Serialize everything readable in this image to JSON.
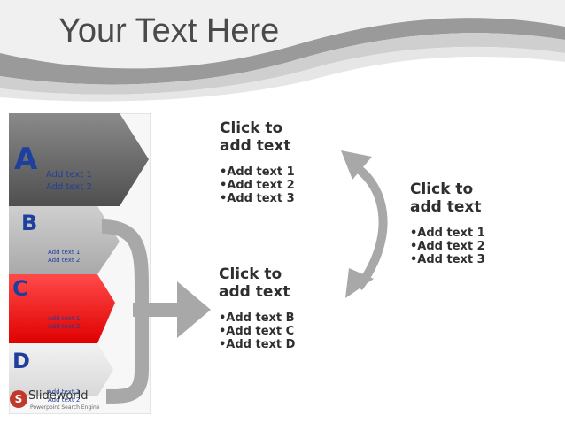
{
  "slide": {
    "title": "Your Text Here"
  },
  "blocks": [
    {
      "heading": [
        "Click to",
        "add text"
      ],
      "bullets": [
        "•Add text 1",
        "•Add text 2",
        "•Add text 3"
      ]
    },
    {
      "heading": [
        "Click to",
        "add text"
      ],
      "bullets": [
        "•Add text 1",
        "•Add text 2",
        "•Add text 3"
      ]
    },
    {
      "heading": [
        "Click to",
        "add text"
      ],
      "bullets": [
        "•Add text B",
        "•Add text C",
        "•Add text D"
      ]
    }
  ],
  "stages": [
    {
      "letter": "A",
      "lines": [
        "Add text 1",
        "Add text 2"
      ],
      "color": "#6b6b6b"
    },
    {
      "letter": "B",
      "lines": [
        "Add text 1",
        "Add text 2"
      ],
      "color": "#bdbdbd"
    },
    {
      "letter": "C",
      "lines": [
        "Add text 1",
        "Add text 2"
      ],
      "color": "#ff1a1a"
    },
    {
      "letter": "D",
      "lines": [
        "Add text 1",
        "Add text 2"
      ],
      "color": "#e6e6e6"
    }
  ],
  "logo": {
    "name": "Slideworld",
    "tagline": "Powerpoint Search Engine"
  },
  "colors": {
    "letter_blue": "#1f3f9f",
    "arrow_gray": "#a8a8a8"
  }
}
